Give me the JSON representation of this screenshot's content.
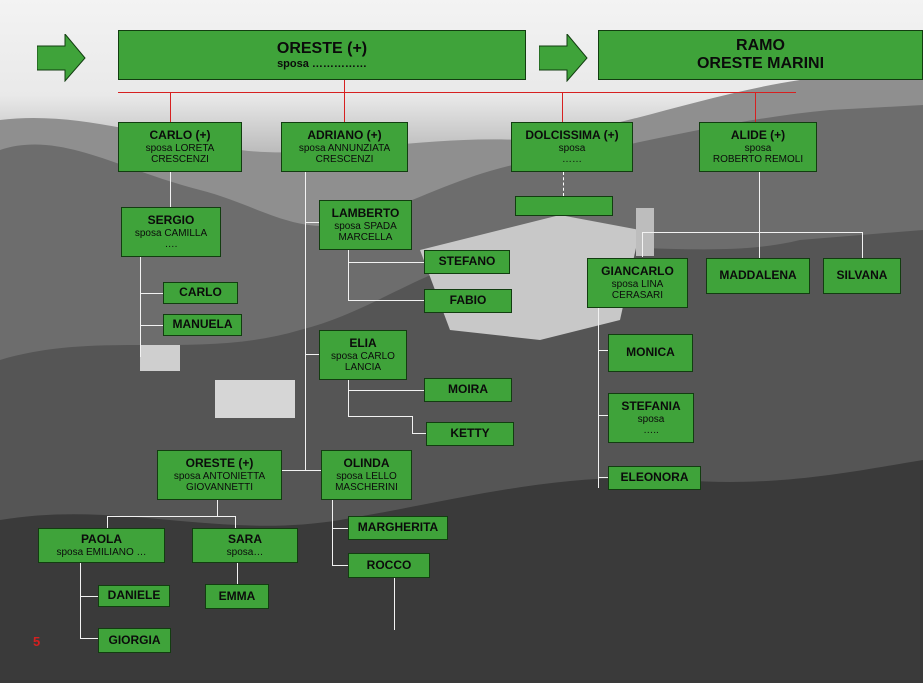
{
  "header": {
    "name": "ORESTE (+)",
    "spouse": "sposa ……………"
  },
  "ramo": {
    "line1": "RAMO",
    "line2": "ORESTE MARINI"
  },
  "people": {
    "carlo": {
      "name": "CARLO (+)",
      "spouse1": "sposa LORETA",
      "spouse2": "CRESCENZI"
    },
    "adriano": {
      "name": "ADRIANO (+)",
      "spouse1": "sposa ANNUNZIATA",
      "spouse2": "CRESCENZI"
    },
    "dolcissima": {
      "name": "DOLCISSIMA (+)",
      "spouse1": "sposa",
      "spouse2": "……"
    },
    "alide": {
      "name": "ALIDE (+)",
      "spouse1": "sposa",
      "spouse2": "ROBERTO REMOLI"
    },
    "sergio": {
      "name": "SERGIO",
      "spouse1": "sposa CAMILLA",
      "spouse2": "…."
    },
    "carlo2": {
      "name": "CARLO"
    },
    "manuela": {
      "name": "MANUELA"
    },
    "lamberto": {
      "name": "LAMBERTO",
      "spouse1": "sposa SPADA",
      "spouse2": "MARCELLA"
    },
    "stefano": {
      "name": "STEFANO"
    },
    "fabio": {
      "name": "FABIO"
    },
    "elia": {
      "name": "ELIA",
      "spouse1": "sposa CARLO",
      "spouse2": "LANCIA"
    },
    "moira": {
      "name": "MOIRA"
    },
    "ketty": {
      "name": "KETTY"
    },
    "oreste2": {
      "name": "ORESTE (+)",
      "spouse1": "sposa ANTONIETTA",
      "spouse2": "GIOVANNETTI"
    },
    "olinda": {
      "name": "OLINDA",
      "spouse1": "sposa LELLO",
      "spouse2": "MASCHERINI"
    },
    "margherita": {
      "name": "MARGHERITA"
    },
    "rocco": {
      "name": "ROCCO"
    },
    "paola": {
      "name": "PAOLA",
      "spouse1": "sposa EMILIANO …"
    },
    "sara": {
      "name": "SARA",
      "spouse1": "sposa…"
    },
    "daniele": {
      "name": "DANIELE"
    },
    "emma": {
      "name": "EMMA"
    },
    "giorgia": {
      "name": "GIORGIA"
    },
    "giancarlo": {
      "name": "GIANCARLO",
      "spouse1": "sposa LINA",
      "spouse2": "CERASARI"
    },
    "monica": {
      "name": "MONICA"
    },
    "stefania": {
      "name": "STEFANIA",
      "spouse1": "sposa",
      "spouse2": "….."
    },
    "eleonora": {
      "name": "ELEONORA"
    },
    "maddalena": {
      "name": "MADDALENA"
    },
    "silvana": {
      "name": "SILVANA"
    }
  },
  "page_number": "5",
  "colors": {
    "box_green": "#3fa33a",
    "connector_red": "#d62020",
    "connector_white": "#f2f2f2"
  }
}
